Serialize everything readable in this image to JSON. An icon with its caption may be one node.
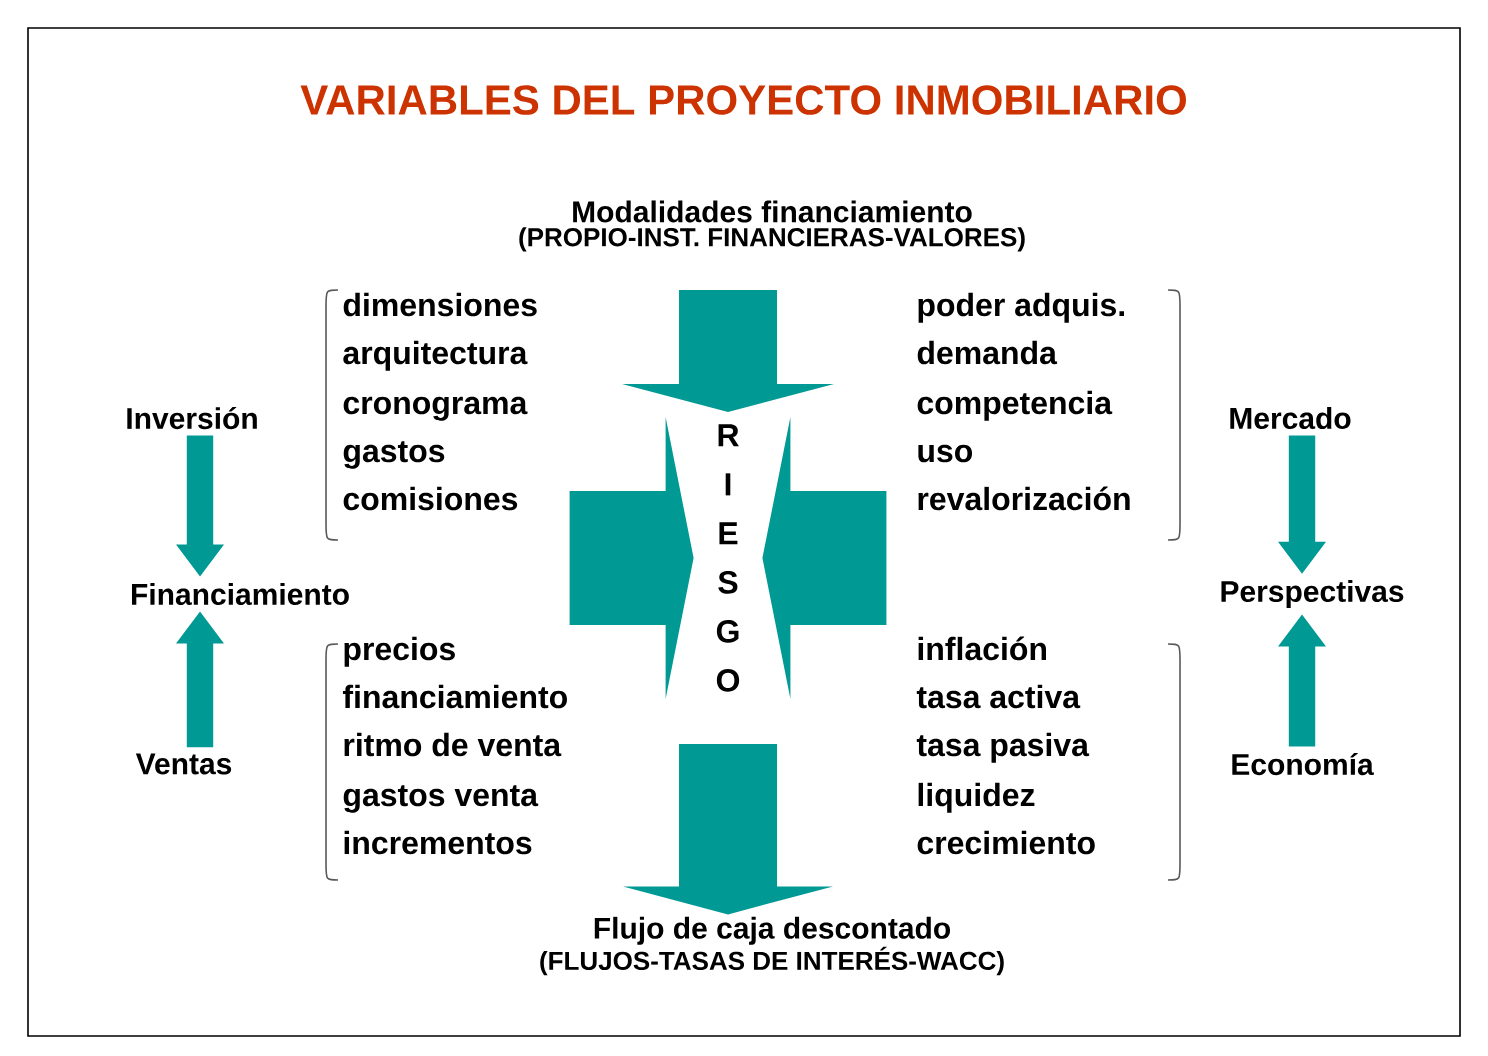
{
  "diagram": {
    "title": "VARIABLES DEL PROYECTO INMOBILIARIO",
    "nodes": [
      {
        "text": [
          "Modalidades financiamiento",
          "(PROPIO-INST. FINANCIERAS-VALORES)"
        ]
      },
      {
        "text": [
          "RIESGO"
        ]
      },
      {
        "text": [
          "Flujo de caja descontado",
          "(FLUJOS-TASAS DE INTERÉS-WACC)"
        ]
      },
      {
        "text": [
          "Inversión"
        ]
      },
      {
        "text": [
          "Financiamiento"
        ]
      },
      {
        "text": [
          "Ventas"
        ]
      },
      {
        "text": [
          "Mercado"
        ]
      },
      {
        "text": [
          "Perspectivas"
        ]
      },
      {
        "text": [
          "Economía"
        ]
      }
    ],
    "edges": [
      {
        "from": 0,
        "to": 1,
        "arrow": "to",
        "style": "thick"
      },
      {
        "from": 1,
        "to": 2,
        "arrow": "to",
        "style": "thick"
      },
      {
        "from": null,
        "to": 1,
        "arrow": "to",
        "style": "thick"
      },
      {
        "from": null,
        "to": 1,
        "arrow": "to",
        "style": "thick"
      },
      {
        "from": 3,
        "to": 4,
        "arrow": "to"
      },
      {
        "from": 5,
        "to": 4,
        "arrow": "to"
      },
      {
        "from": 6,
        "to": 7,
        "arrow": "to"
      },
      {
        "from": 8,
        "to": 7,
        "arrow": "to"
      }
    ],
    "labels": [
      "dimensiones",
      "arquitectura",
      "cronograma",
      "gastos",
      "comisiones",
      "poder adquis.",
      "demanda",
      "competencia",
      "uso",
      "revalorización",
      "precios",
      "financiamiento",
      "ritmo de venta",
      "gastos venta",
      "incrementos",
      "inflación",
      "tasa activa",
      "tasa pasiva",
      "liquidez",
      "crecimiento"
    ]
  }
}
